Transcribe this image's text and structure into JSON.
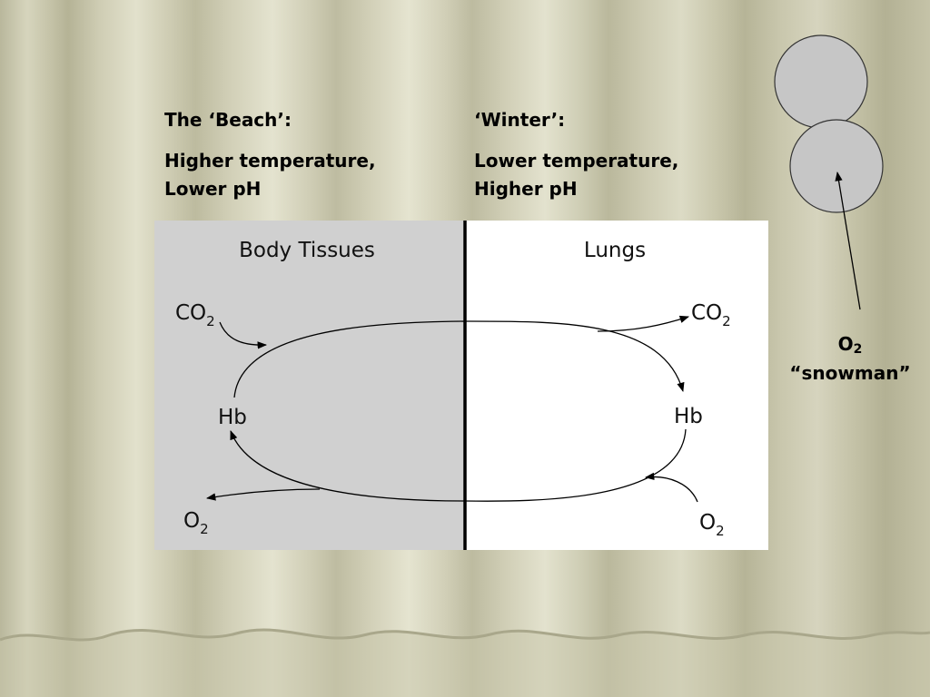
{
  "beach": {
    "heading": "The ‘Beach’:",
    "line1": "Higher temperature,",
    "line2": "Lower pH"
  },
  "winter": {
    "heading": "‘Winter’:",
    "line1": "Lower temperature,",
    "line2": "Higher pH"
  },
  "diagram": {
    "left_title": "Body Tissues",
    "right_title": "Lungs",
    "co2_base": "CO",
    "o2_base": "O",
    "subscript": "2",
    "hb": "Hb",
    "left_bg": "#d0d0d0",
    "right_bg": "#ffffff"
  },
  "snowman": {
    "o_base": "O",
    "o_sub": "2",
    "label": "“snowman”",
    "circle_fill": "#c6c6c6"
  }
}
